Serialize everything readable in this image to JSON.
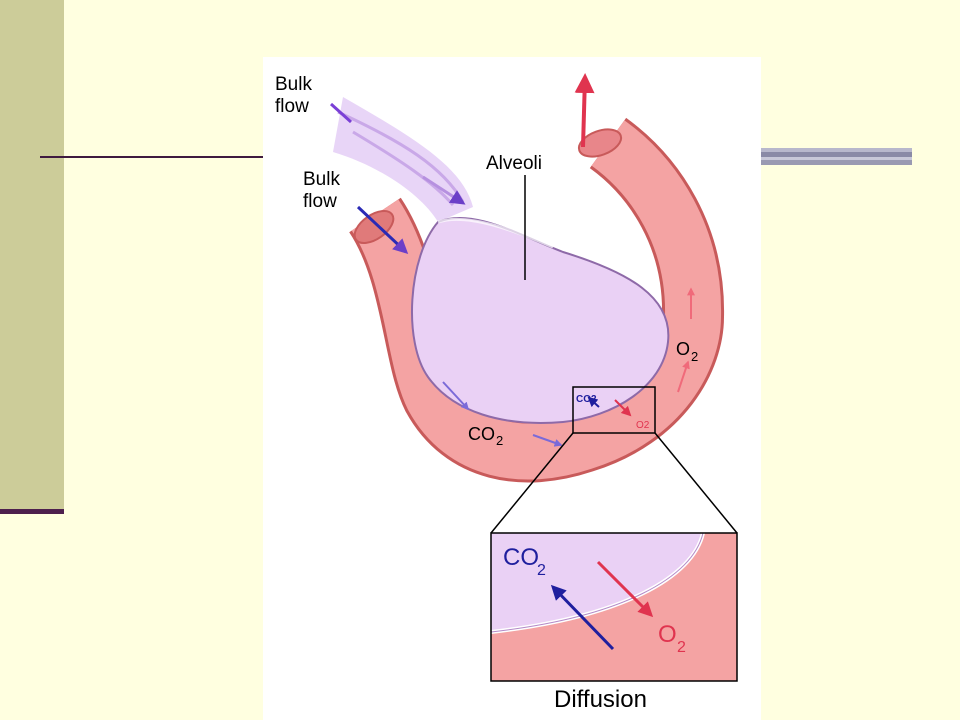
{
  "diagram": {
    "labels": {
      "bulk_flow_top_line1": "Bulk",
      "bulk_flow_top_line2": "flow",
      "bulk_flow_left_line1": "Bulk",
      "bulk_flow_left_line2": "flow",
      "alveoli": "Alveoli",
      "o2_vessel": "O",
      "o2_vessel_sub": "2",
      "co2_vessel": "CO",
      "co2_vessel_sub": "2",
      "co2_small_box": "CO2",
      "o2_small_box": "O2",
      "co2_inset": "CO",
      "co2_inset_sub": "2",
      "o2_inset": "O",
      "o2_inset_sub": "2",
      "diffusion": "Diffusion"
    },
    "colors": {
      "slide_background": "#ffffe0",
      "sidebar": "#cccc99",
      "vessel": "#f4a3a3",
      "vessel_outline": "#c85a5a",
      "alveolus": "#ead1f5",
      "alveolus_outline": "#8e6aa8",
      "co2_arrow": "#1f1f9e",
      "o2_arrow": "#e0344f",
      "bulk_flow_arrow": "#7a3fd6"
    }
  }
}
